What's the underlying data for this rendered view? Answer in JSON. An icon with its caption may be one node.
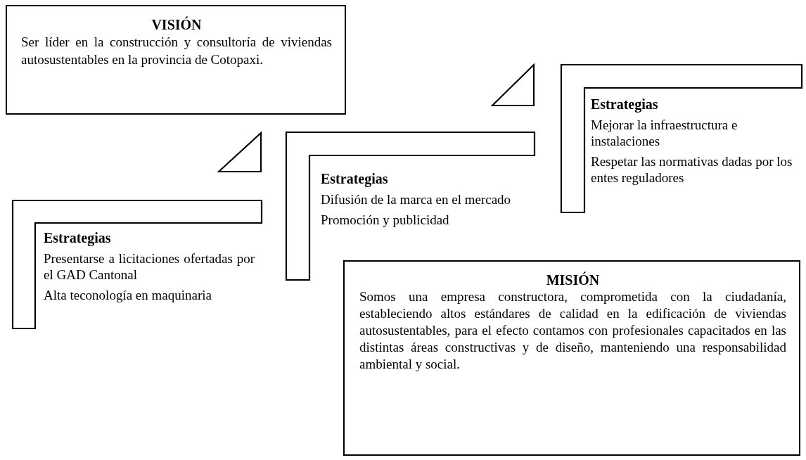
{
  "diagram": {
    "nodes": [
      {
        "text": [
          "VISIÓN",
          "Ser líder en la construcción y consultoría de viviendas autosustentables en la provincia de Cotopaxi."
        ]
      },
      {
        "text": [
          "Estrategias",
          "Presentarse a licitaciones ofertadas por el GAD Cantonal",
          "Alta teconología en maquinaria"
        ]
      },
      {
        "text": [
          "Estrategias",
          "Difusión de la marca en el mercado",
          "Promoción y publicidad"
        ]
      },
      {
        "text": [
          "Estrategias",
          "Mejorar la infraestructura e instalaciones",
          "Respetar las normativas dadas por los entes reguladores"
        ]
      },
      {
        "text": [
          "MISIÓN",
          "Somos una empresa constructora, comprometida con la ciudadanía, estableciendo altos estándares de calidad en la edificación de viviendas autosustentables, para el efecto contamos con profesionales capacitados en las distintas áreas constructivas y de diseño, manteniendo una responsabilidad ambiental y social."
        ]
      }
    ]
  }
}
